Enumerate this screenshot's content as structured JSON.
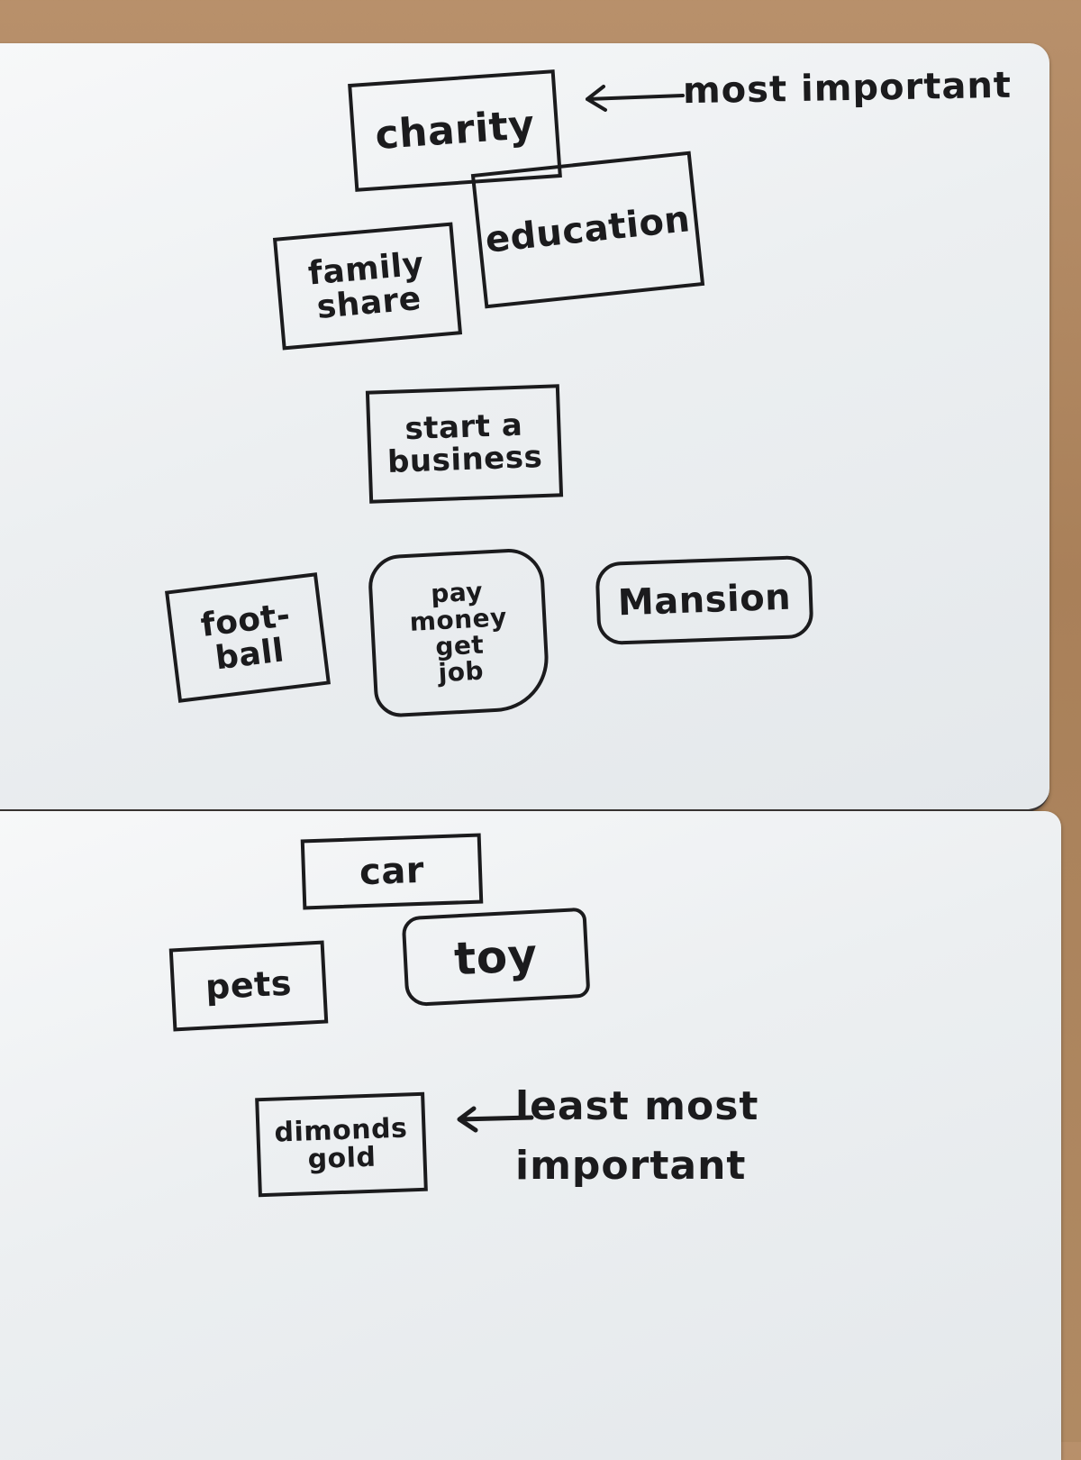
{
  "whiteboard": {
    "top_panel": {
      "notes": {
        "charity": "charity",
        "education": "education",
        "family_share": "family share",
        "start_business": "start a business",
        "football": "foot-ball",
        "pay_money": "pay money get job",
        "mansion": "Mansion"
      },
      "label_most": "most important"
    },
    "bottom_panel": {
      "notes": {
        "car": "car",
        "pets": "pets",
        "toy": "toy",
        "diamonds": "dimonds gold"
      },
      "label_least": "least most important"
    }
  },
  "colors": {
    "marker": "#1b1b1d",
    "board": "#eef1f3",
    "table": "#b08a63"
  }
}
